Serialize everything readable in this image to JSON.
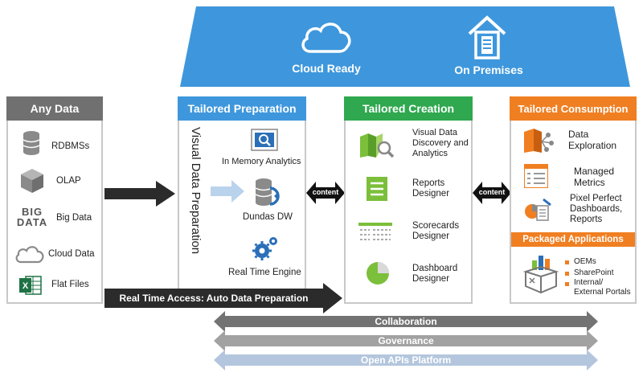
{
  "top_banner": {
    "cloud_label": "Cloud Ready",
    "premises_label": "On Premises",
    "color": "#3e97dc"
  },
  "any_data": {
    "title": "Any Data",
    "items": [
      "RDBMSs",
      "OLAP",
      "Big Data",
      "Cloud Data",
      "Flat Files"
    ],
    "big_data_logo": "BIG DATA"
  },
  "preparation": {
    "title": "Tailored Preparation",
    "vertical_label": "Visual Data Preparation",
    "items": [
      "In Memory Analytics",
      "Dundas DW",
      "Real Time Engine"
    ],
    "color": "#3e97dc"
  },
  "creation": {
    "title": "Tailored Creation",
    "items": [
      "Visual Data Discovery and Analytics",
      "Reports Designer",
      "Scorecards Designer",
      "Dashboard Designer"
    ],
    "color": "#2fa84f"
  },
  "consumption": {
    "title": "Tailored Consumption",
    "items": [
      "Data Exploration",
      "Managed Metrics",
      "Pixel Perfect Dashboards, Reports"
    ],
    "packaged_title": "Packaged Applications",
    "packaged_items": [
      "OEMs",
      "SharePoint",
      "Internal/ External Portals"
    ],
    "color": "#f07f22"
  },
  "connectors": {
    "content_left": "content",
    "content_right": "content"
  },
  "bottom": {
    "real_time": "Real Time Access: Auto Data Preparation",
    "bars": [
      "Collaboration",
      "Governance",
      "Open APIs Platform"
    ]
  }
}
